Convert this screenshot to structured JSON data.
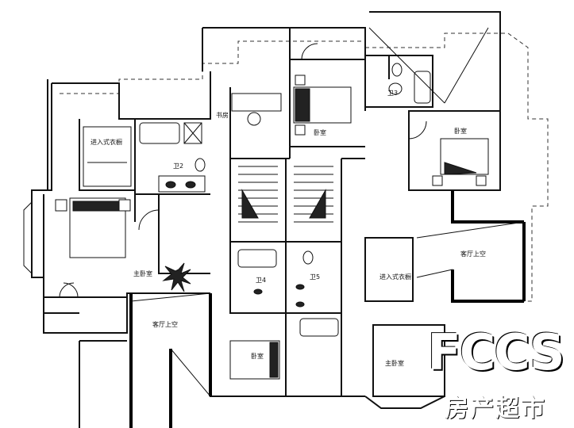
{
  "rooms": {
    "walkin_closet_left": "进入式衣橱",
    "study": "书房",
    "bathroom_2": "卫2",
    "bedroom_top_center": "卧室",
    "bathroom_3": "卫3",
    "bedroom_top_right": "卧室",
    "master_bedroom_left": "主卧室",
    "bathroom_4": "卫4",
    "bathroom_5": "卫5",
    "walkin_closet_right": "进入式衣橱",
    "living_void_right": "客厅上空",
    "living_void_left": "客厅上空",
    "bedroom_bottom_center": "卧室",
    "master_bedroom_right": "主卧室"
  },
  "watermark": {
    "brand": "FCCS",
    "text": "房产超市"
  }
}
